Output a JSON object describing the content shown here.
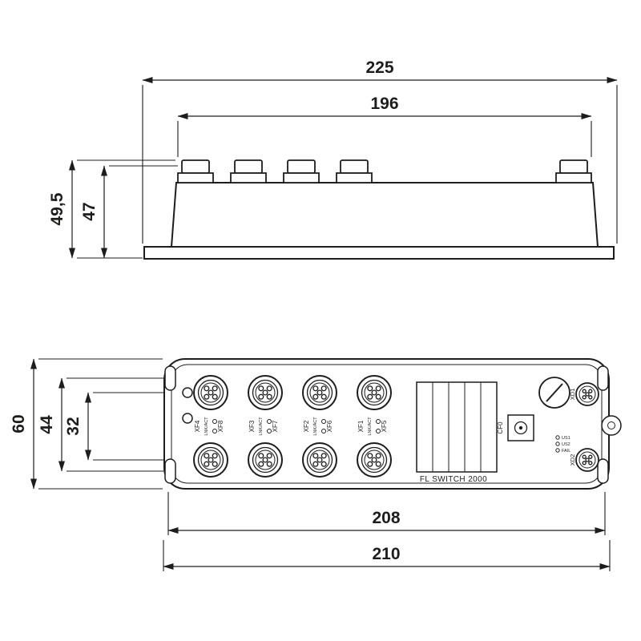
{
  "top_view": {
    "dim_width_outer": "225",
    "dim_width_inner": "196",
    "dim_height_outer": "49,5",
    "dim_height_inner": "47"
  },
  "front_view": {
    "dim_height_outer": "60",
    "dim_height_mid": "44",
    "dim_height_ports": "32",
    "dim_width_inner": "208",
    "dim_width_outer": "210",
    "model_label": "FL SWITCH 2000",
    "rotary_label": "CF0",
    "led_label": "LNK/ACT",
    "ports_top": [
      "XF4",
      "XF3",
      "XF2",
      "XF1"
    ],
    "ports_bottom": [
      "XF8",
      "XF7",
      "XF6",
      "XF5"
    ],
    "aux_ports": [
      "XD1",
      "XD2"
    ],
    "status_labels": [
      "US1",
      "US2",
      "FAIL"
    ]
  }
}
